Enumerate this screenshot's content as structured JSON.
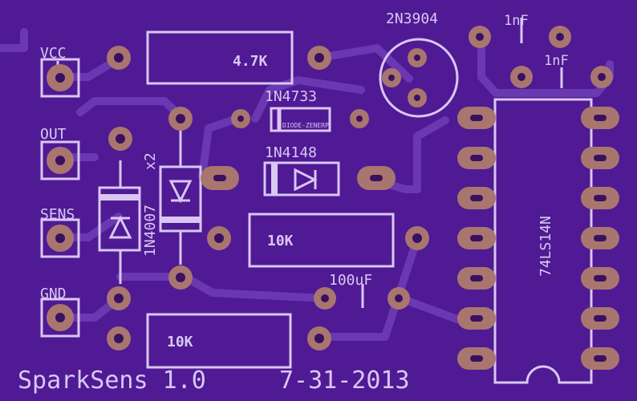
{
  "board": {
    "background": "#4f1a94",
    "trace_color": "#6a38b0",
    "silk_color": "#d9c7f2",
    "pad_color": "#a8766e",
    "hole_color": "#3a1060"
  },
  "labels": {
    "vcc": "VCC",
    "out": "OUT",
    "sens": "SENS",
    "gnd": "GND",
    "r1_value": "4.7K",
    "r2_value": "10K",
    "r3_value": "10K",
    "transistor": "2N3904",
    "cap1": "1nF",
    "cap2": "1nF",
    "zener_name": "1N4733",
    "zener_package": "DIODE-ZENERP",
    "diode_1n4148": "1N4148",
    "diode_1n4007": "1N4007",
    "quantity": "x2",
    "cap3": "100uF",
    "ic": "74LS14N",
    "title": "SparkSens 1.0",
    "date": "7-31-2013"
  }
}
